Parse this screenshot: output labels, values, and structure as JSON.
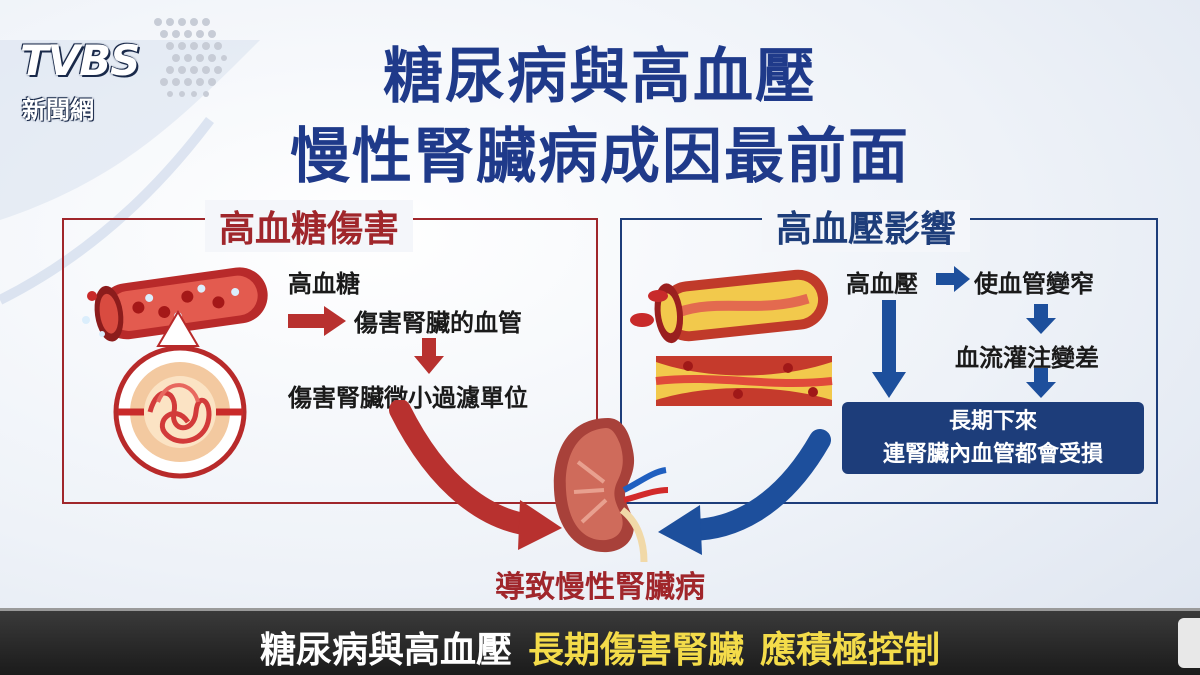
{
  "logo": {
    "brand": "TVBS",
    "sub": "新聞網"
  },
  "title": {
    "line1": "糖尿病與高血壓",
    "line2": "慢性腎臟病成因最前面"
  },
  "left_panel": {
    "title": "高血糖傷害",
    "step1": "高血糖",
    "step2": "傷害腎臟的血管",
    "step3": "傷害腎臟微小過濾單位"
  },
  "right_panel": {
    "title": "高血壓影響",
    "step1": "高血壓",
    "step1b": "使血管變窄",
    "step2": "血流灌注變差",
    "box_line1": "長期下來",
    "box_line2": "連腎臟內血管都會受損"
  },
  "result": "導致慢性腎臟病",
  "banner": {
    "part1": "糖尿病與高血壓",
    "part2": "長期傷害腎臟",
    "part3": "應積極控制"
  },
  "colors": {
    "title_blue": "#1f3a8a",
    "red": "#a0262b",
    "navy": "#1d3d7a",
    "yellow": "#f4dc4a"
  }
}
